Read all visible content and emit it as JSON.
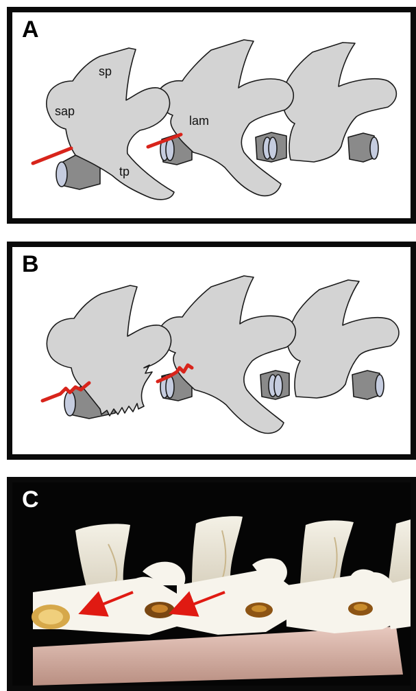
{
  "panels": [
    {
      "id": "A",
      "letter": "A"
    },
    {
      "id": "B",
      "letter": "B"
    },
    {
      "id": "C",
      "letter": "C"
    }
  ],
  "labels": {
    "sp": "sp",
    "sap": "sap",
    "lam": "lam",
    "tp": "tp"
  },
  "colors": {
    "bone_fill": "#d3d3d3",
    "disc_fill": "#8a8a8a",
    "endplate_fill": "#c5ccdf",
    "nerve": "#d8241b",
    "arrow": "#e01a12",
    "frame": "#0a0a0a"
  }
}
